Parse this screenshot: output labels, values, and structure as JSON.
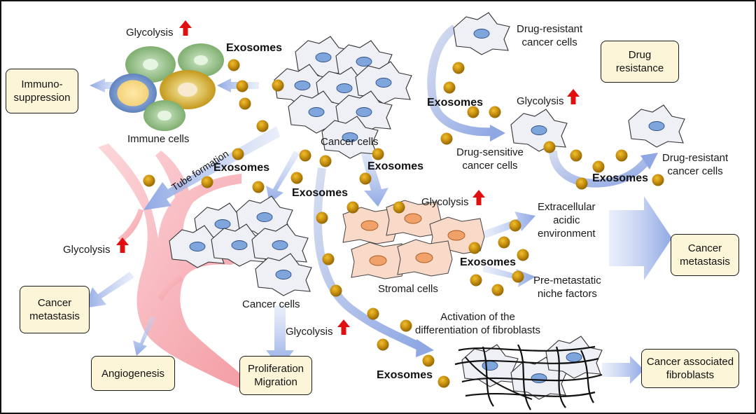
{
  "colors": {
    "border": "#111111",
    "box_fill": "#fdf5d8",
    "cell_fill": "#eef0f5",
    "nucleus": "#7ea6dc",
    "stromal_fill": "#f9d9c8",
    "stromal_nucleus": "#f0a26a",
    "exosome": "#c08a10",
    "vessel": "#f7a8ae",
    "arrow_blue": "#9db5e8",
    "up_arrow": "#e01010"
  },
  "boxes": {
    "immunosuppression": [
      "Immuno-",
      "suppression"
    ],
    "drug_resistance": [
      "Drug",
      "resistance"
    ],
    "cancer_metastasis_right": [
      "Cancer",
      "metastasis"
    ],
    "cancer_metastasis_left": [
      "Cancer",
      "metastasis"
    ],
    "angiogenesis": "Angiogenesis",
    "proliferation_migration": [
      "Proliferation",
      "Migration"
    ],
    "cancer_associated_fibroblasts": [
      "Cancer associated",
      "fibroblasts"
    ]
  },
  "labels": {
    "glycolysis": "Glycolysis",
    "exosomes": "Exosomes",
    "immune_cells": "Immune cells",
    "cancer_cells": "Cancer cells",
    "tube_formation": "Tube formation",
    "stromal_cells": "Stromal cells",
    "drug_resistant_top": [
      "Drug-resistant",
      "cancer cells"
    ],
    "drug_sensitive": [
      "Drug-sensitive",
      "cancer cells"
    ],
    "drug_resistant_right": [
      "Drug-resistant",
      "cancer cells"
    ],
    "extracellular": [
      "Extracellular",
      "acidic",
      "environment"
    ],
    "premetastatic": [
      "Pre-metastatic",
      "niche factors"
    ],
    "fibroblast_activation": [
      "Activation of the",
      "differentiation of fibroblasts"
    ]
  },
  "icons": [
    "up-arrow-icon",
    "exosome-icon",
    "cell-icon",
    "blood-vessel-icon",
    "fibroblast-fibers-icon"
  ]
}
